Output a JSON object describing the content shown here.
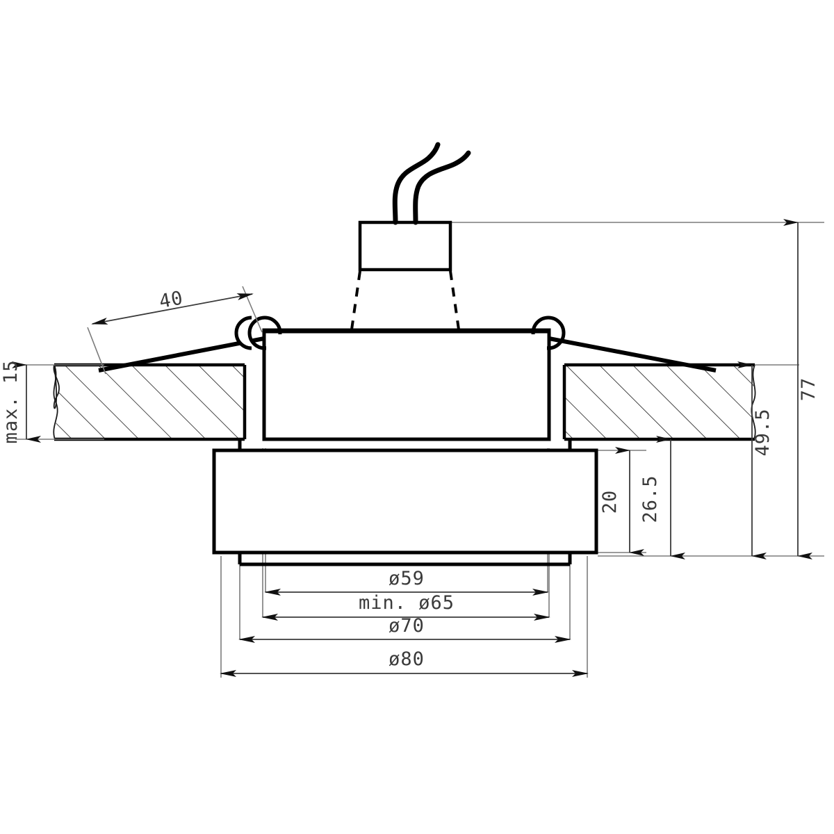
{
  "drawing": {
    "title": "recessed-downlight-ceiling-spotlight-cross-section",
    "type": "technical-dimension-drawing",
    "units": "mm",
    "line_color": "#000000",
    "dimension_color": "#3a3a3a",
    "background": "#ffffff"
  },
  "dimensions": {
    "spring_arm_length": "40",
    "ceiling_thickness": "max. 15",
    "total_height": "77",
    "height_above_ceiling_bottom": "49.5",
    "bezel_offset_height": "26.5",
    "bezel_height": "20",
    "lamp_aperture": "ø59",
    "cutout_min": "min. ø65",
    "housing_diameter": "ø70",
    "bezel_diameter": "ø80"
  },
  "parts": {
    "terminal_box": "terminal-box",
    "wire_1": "power-wire-left",
    "wire_2": "power-wire-right",
    "spring_clip_left": "spring-clip-left",
    "spring_clip_right": "spring-clip-right",
    "pivot_left": "spring-pivot-left",
    "pivot_right": "spring-pivot-right",
    "ceiling_left": "ceiling-section-left",
    "ceiling_right": "ceiling-section-right",
    "housing_body": "housing-body",
    "bezel_ring": "bezel-ring"
  }
}
